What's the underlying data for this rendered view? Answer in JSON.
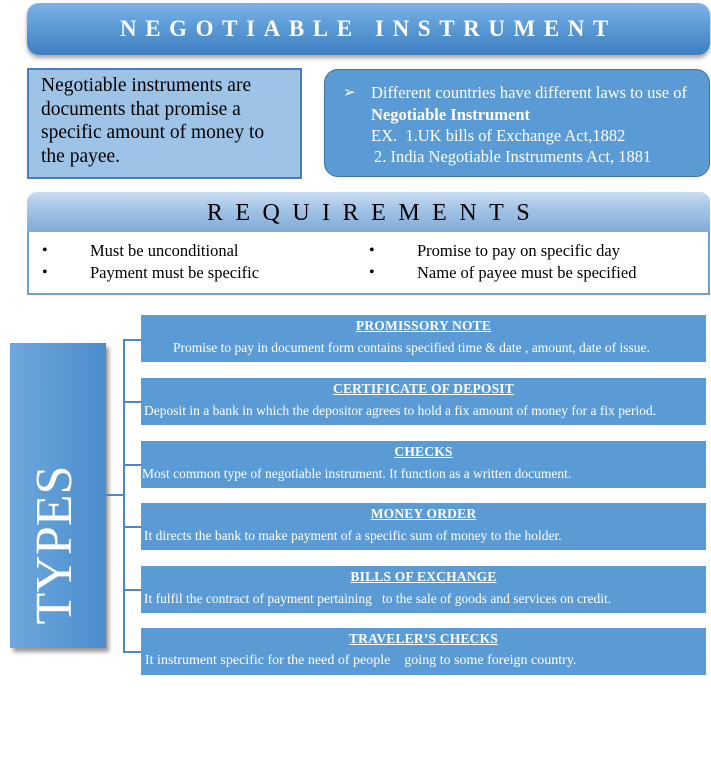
{
  "title": "NEGOTIABLE INSTRUMENT",
  "definition": "Negotiable instruments are documents that promise a specific amount of money to the payee.",
  "laws": {
    "intro": "Different countries have different laws to use of ",
    "intro_bold": "Negotiable Instrument",
    "example_1": "EX.  1.UK bills of Exchange Act,1882",
    "example_2": "2. India Negotiable Instruments Act, 1881"
  },
  "requirements": {
    "heading": "REQUIREMENTS",
    "items": [
      "Must be unconditional",
      "Payment must be specific",
      "Promise to pay on specific day",
      "Name of payee must be specified"
    ]
  },
  "types": {
    "label": "TYPES",
    "items": [
      {
        "title": "PROMISSORY NOTE",
        "desc": "Promise to pay in document form contains specified time & date , amount, date of issue."
      },
      {
        "title": "CERTIFICATE OF DEPOSIT",
        "desc": "Deposit in a bank in which the depositor agrees to hold a fix amount of money for a fix period."
      },
      {
        "title": "CHECKS",
        "desc": "Most common type of negotiable instrument. It function as a written document."
      },
      {
        "title": "MONEY ORDER",
        "desc": "It directs the bank to make payment of a specific sum of money to the holder."
      },
      {
        "title": "BILLS OF EXCHANGE",
        "desc": "It fulfil the contract of payment pertaining   to the sale of goods and services on credit."
      },
      {
        "title": "TRAVELER’S CHECKS",
        "desc": "It instrument specific for the need of people    going to some foreign country."
      }
    ]
  },
  "colors": {
    "primary_blue": "#5b9bd5",
    "light_blue": "#9dc3e6",
    "border_blue": "#41719c"
  }
}
